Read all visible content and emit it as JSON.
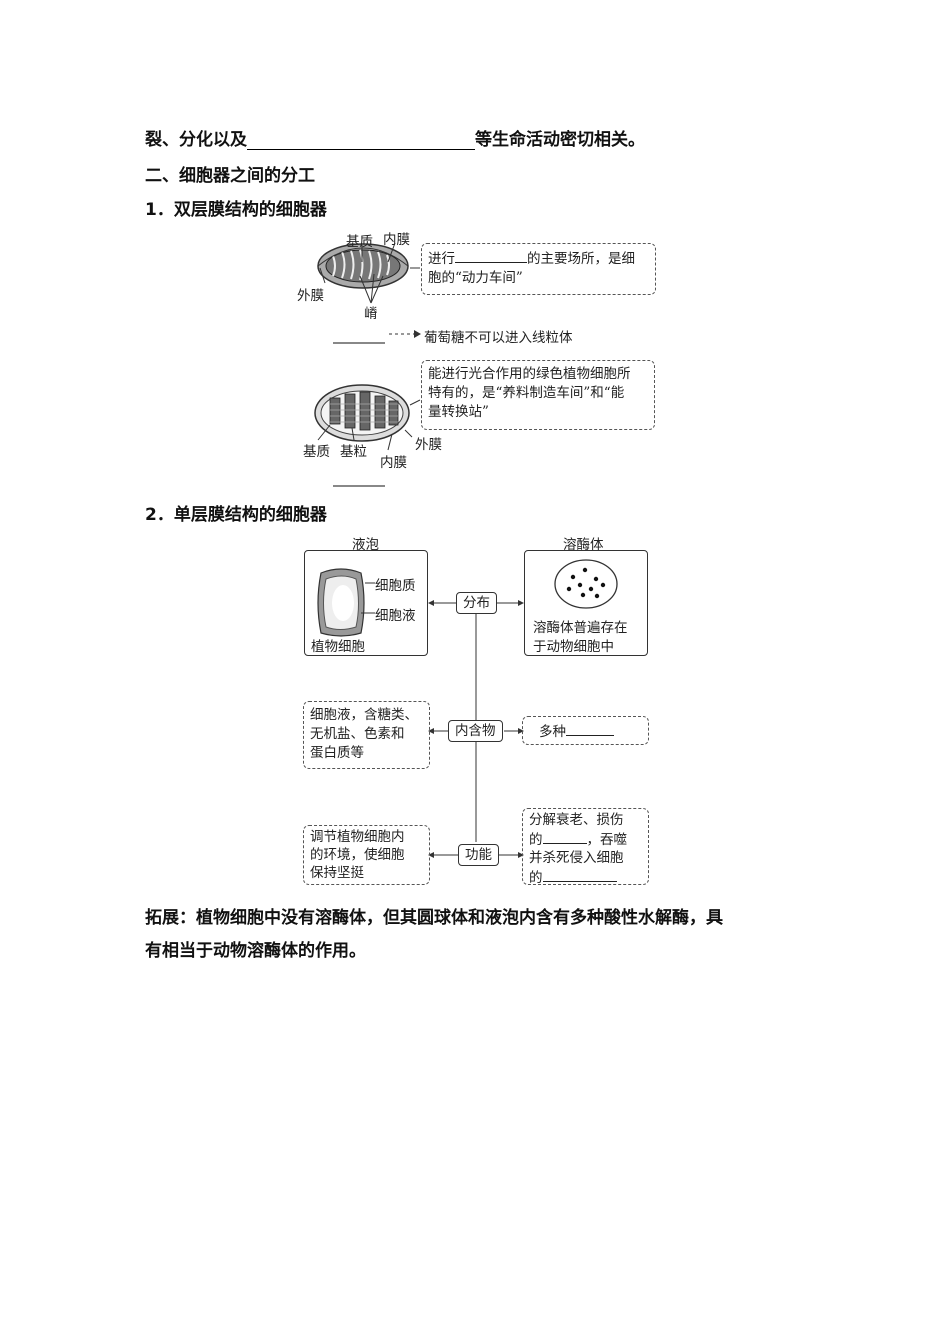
{
  "text": {
    "line1_before": "裂、分化以及",
    "line1_after": "等生命活动密切相关。",
    "heading2": "二、细胞器之间的分工",
    "sub1": "1．双层膜结构的细胞器",
    "sub2": "2．单层膜结构的细胞器",
    "ext_label": "拓展：",
    "ext_line1": "植物细胞中没有溶酶体，但其圆球体和液泡内含有多种酸性水解酶，具",
    "ext_line2": "有相当于动物溶酶体的作用。"
  },
  "mito": {
    "label_jizhi": "基质",
    "label_neimo": "内膜",
    "label_waimo": "外膜",
    "label_ji": "嵴",
    "box_pre": "进行",
    "box_post": "的主要场所，是细",
    "box_line2": "胞的“动力车间”",
    "glucose_note": "葡萄糖不可以进入线粒体"
  },
  "chloro": {
    "box_line1": "能进行光合作用的绿色植物细胞所",
    "box_line2": "特有的，是“养料制造车间”和“能",
    "box_line3": "量转换站”",
    "label_jizhi": "基质",
    "label_jili": "基粒",
    "label_neimo": "内膜",
    "label_waimo": "外膜"
  },
  "single": {
    "vacuole_title": "液泡",
    "lysosome_title": "溶酶体",
    "cytoplasm": "细胞质",
    "cell_sap": "细胞液",
    "plant_cell": "植物细胞",
    "lyso_desc1": "溶酶体普遍存在",
    "lyso_desc2": "于动物细胞中",
    "tag_distribution": "分布",
    "tag_contents": "内含物",
    "tag_function": "功能",
    "vac_contents1": "细胞液，含糖类、",
    "vac_contents2": "无机盐、色素和",
    "vac_contents3": "蛋白质等",
    "lyso_contents_pre": "多种",
    "vac_func1": "调节植物细胞内",
    "vac_func2": "的环境，使细胞",
    "vac_func3": "保持坚挺",
    "lyso_func1": "分解衰老、损伤",
    "lyso_func2_pre": "的",
    "lyso_func2_post": "，吞噬",
    "lyso_func3": "并杀死侵入细胞",
    "lyso_func4_pre": "的"
  }
}
